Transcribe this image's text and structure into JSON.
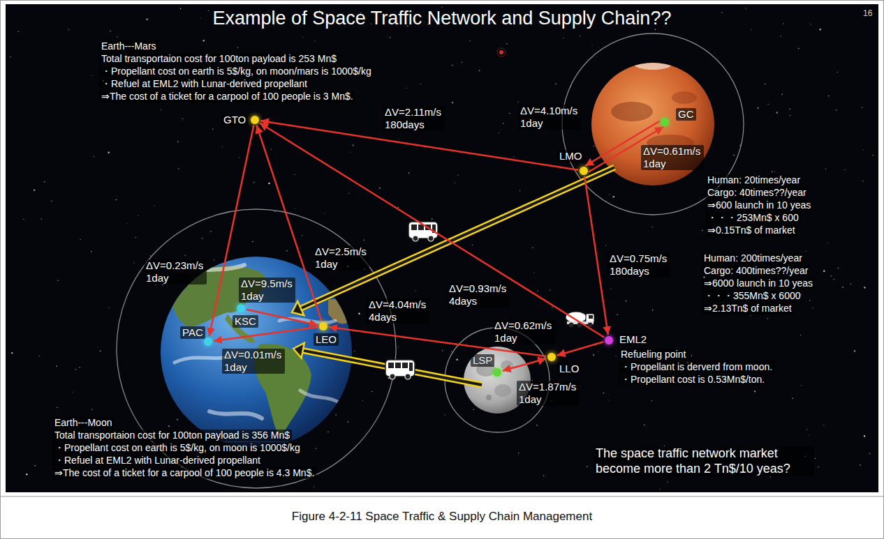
{
  "diagram": {
    "title": "Example of Space Traffic Network and Supply Chain??",
    "caption": "Figure 4-2-11 Space Traffic & Supply Chain Management",
    "nodes": [
      {
        "text": [
          "GTO"
        ]
      },
      {
        "text": [
          "LMO"
        ]
      },
      {
        "text": [
          "GC"
        ]
      },
      {
        "text": [
          "KSC"
        ]
      },
      {
        "text": [
          "PAC"
        ]
      },
      {
        "text": [
          "LEO"
        ]
      },
      {
        "text": [
          "LSP"
        ]
      },
      {
        "text": [
          "LLO"
        ]
      },
      {
        "text": [
          "EML2"
        ]
      }
    ],
    "edges": [
      {
        "from": 1,
        "to": 0,
        "arrow": "to",
        "label": "ΔV=2.11m/s 180days"
      },
      {
        "from": 1,
        "to": 2,
        "arrow": "to",
        "label": "ΔV=4.10m/s 1day"
      },
      {
        "from": 2,
        "to": 1,
        "arrow": "to",
        "label": "ΔV=0.61m/s 1day"
      },
      {
        "from": 0,
        "to": 4,
        "arrow": "to",
        "label": "ΔV=0.23m/s 1day"
      },
      {
        "from": 5,
        "to": 0,
        "arrow": "to",
        "label": "ΔV=2.5m/s 1day"
      },
      {
        "from": 3,
        "to": 5,
        "arrow": "to",
        "label": "ΔV=9.5m/s 1day"
      },
      {
        "from": 5,
        "to": 4,
        "arrow": "to",
        "label": "ΔV=0.01m/s 1day"
      },
      {
        "from": 8,
        "to": 0,
        "arrow": "to",
        "label": "ΔV=0.93m/s 4days"
      },
      {
        "from": 1,
        "to": 8,
        "arrow": "to",
        "label": "ΔV=0.75m/s 180days"
      },
      {
        "from": 7,
        "to": 5,
        "arrow": "to",
        "label": "ΔV=4.04m/s 4days"
      },
      {
        "from": 8,
        "to": 7,
        "arrow": "to",
        "label": "ΔV=0.62m/s 1day"
      },
      {
        "from": 7,
        "to": 6,
        "arrow": "both",
        "label": "ΔV=1.87m/s 1day"
      }
    ],
    "labels": [
      "16",
      "Earth---Mars",
      "Total transportaion cost for 100ton payload is 253 Mn$",
      "・Propellant cost on earth is 5$/kg, on moon/mars is 1000$/kg",
      "・Refuel at EML2 with Lunar-derived propellant",
      "⇒The cost of a ticket for a carpool of 100 people is 3 Mn$.",
      "Human: 20times/year",
      "Cargo: 40times??/year",
      "⇒600 launch in 10 yeas",
      "・・・253Mn$ x 600",
      "⇒0.15Tn$ of market",
      "Human: 200times/year",
      "Cargo: 400times??/year",
      "⇒6000 launch in 10 yeas",
      "・・・355Mn$ x 6000",
      "⇒2.13Tn$ of market",
      "Refueling point",
      "・Propellant is derverd from moon.",
      "・Propellant cost is 0.53Mn$/ton.",
      "Earth---Moon",
      "Total transportaion cost for 100ton payload is 356 Mn$",
      "・Propellant cost on earth is 5$/kg, on moon is 1000$/kg",
      "・Refuel at EML2 with Lunar-derived propellant",
      "⇒The cost of a ticket for a carpool of 100 people is 4.3 Mn$.",
      "The space traffic network market become more than 2 Tn$/10 yeas?"
    ]
  }
}
